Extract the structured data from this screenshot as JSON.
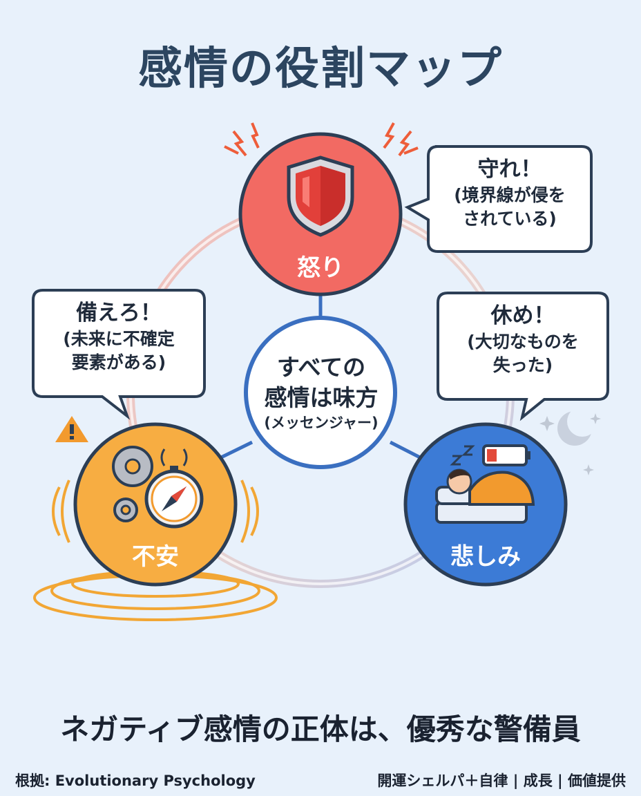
{
  "title": "感情の役割マップ",
  "center": {
    "line1": "すべての",
    "line2": "感情は味方",
    "line3": "(メッセンジャー)"
  },
  "emotions": [
    {
      "label": "怒り",
      "color": "#f26a63",
      "icon": "shield-icon",
      "message_head": "守れ！",
      "message_line1": "(境界線が侵を",
      "message_line2": "されている)"
    },
    {
      "label": "不安",
      "color": "#f7ad42",
      "icon": "gears-compass-icon",
      "message_head": "備えろ！",
      "message_line1": "(未来に不確定",
      "message_line2": "要素がある)"
    },
    {
      "label": "悲しみ",
      "color": "#3c7bd6",
      "icon": "sleeping-person-icon",
      "message_head": "休め！",
      "message_line1": "(大切なものを",
      "message_line2": "失った)"
    }
  ],
  "tagline": "ネガティブ感情の正体は、優秀な警備員",
  "footer": {
    "source": "根拠: Evolutionary Psychology",
    "brand": "開運シェルパ＋自律 | 成長 | 価値提供"
  }
}
